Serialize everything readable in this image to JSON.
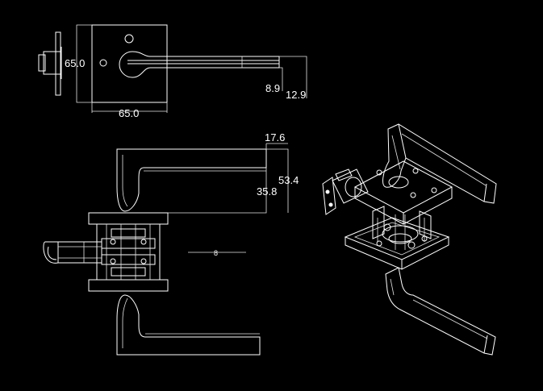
{
  "colors": {
    "background": "#000000",
    "stroke": "#ffffff"
  },
  "top_view": {
    "rose_height": "65.0",
    "rose_width": "65.0",
    "lever_inner": "8.9",
    "lever_outer": "12.9"
  },
  "side_view": {
    "lever_thickness": "17.6",
    "lever_height_outer": "53.4",
    "lever_height_inner": "35.8",
    "spindle_mark": "8"
  }
}
